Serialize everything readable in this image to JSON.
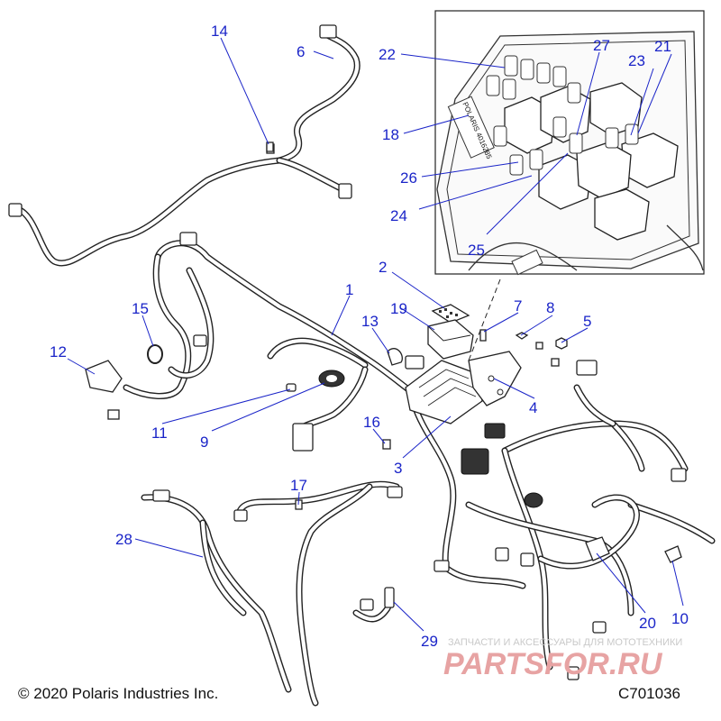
{
  "callouts": [
    {
      "id": "c1",
      "label": "1"
    },
    {
      "id": "c2",
      "label": "2"
    },
    {
      "id": "c3",
      "label": "3"
    },
    {
      "id": "c4",
      "label": "4"
    },
    {
      "id": "c5",
      "label": "5"
    },
    {
      "id": "c6",
      "label": "6"
    },
    {
      "id": "c7",
      "label": "7"
    },
    {
      "id": "c8",
      "label": "8"
    },
    {
      "id": "c9",
      "label": "9"
    },
    {
      "id": "c10",
      "label": "10"
    },
    {
      "id": "c11",
      "label": "11"
    },
    {
      "id": "c12",
      "label": "12"
    },
    {
      "id": "c13",
      "label": "13"
    },
    {
      "id": "c14",
      "label": "14"
    },
    {
      "id": "c15",
      "label": "15"
    },
    {
      "id": "c16",
      "label": "16"
    },
    {
      "id": "c17",
      "label": "17"
    },
    {
      "id": "c18",
      "label": "18"
    },
    {
      "id": "c19",
      "label": "19"
    },
    {
      "id": "c20",
      "label": "20"
    },
    {
      "id": "c21",
      "label": "21"
    },
    {
      "id": "c22",
      "label": "22"
    },
    {
      "id": "c23",
      "label": "23"
    },
    {
      "id": "c24",
      "label": "24"
    },
    {
      "id": "c25",
      "label": "25"
    },
    {
      "id": "c26",
      "label": "26"
    },
    {
      "id": "c27",
      "label": "27"
    },
    {
      "id": "c28",
      "label": "28"
    },
    {
      "id": "c29",
      "label": "29"
    }
  ],
  "copyright": "© 2020 Polaris Industries Inc.",
  "diagram_code": "C701036",
  "fuse_box_label": "POLARIS 4016285",
  "watermark": {
    "line1": "ЗАПЧАСТИ И АКСЕССУАРЫ ДЛЯ МОТОТЕХНИКИ",
    "line2": "PARTSFOR.RU"
  },
  "colors": {
    "callout": "#1a24c8",
    "line": "#222222",
    "watermark": "#e7a3a3"
  }
}
